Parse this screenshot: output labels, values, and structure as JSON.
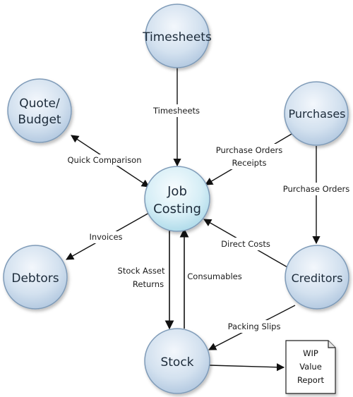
{
  "nodes": {
    "timesheets": {
      "label": "Timesheets"
    },
    "quote_budget": {
      "label_line1": "Quote/",
      "label_line2": "Budget"
    },
    "purchases": {
      "label": "Purchases"
    },
    "job_costing": {
      "label_line1": "Job",
      "label_line2": "Costing"
    },
    "debtors": {
      "label": "Debtors"
    },
    "creditors": {
      "label": "Creditors"
    },
    "stock": {
      "label": "Stock"
    }
  },
  "edges": {
    "timesheets_to_job": "Timesheets",
    "quick_comparison": "Quick Comparison",
    "purchase_orders_receipts_line1": "Purchase Orders",
    "purchase_orders_receipts_line2": "Receipts",
    "purchase_orders": "Purchase Orders",
    "invoices": "Invoices",
    "direct_costs": "Direct Costs",
    "stock_asset_returns_line1": "Stock Asset",
    "stock_asset_returns_line2": "Returns",
    "consumables": "Consumables",
    "packing_slips": "Packing Slips"
  },
  "report": {
    "line1": "WIP",
    "line2": "Value",
    "line3": "Report"
  },
  "colors": {
    "node_fill_light": "#eef4fb",
    "node_fill_dark": "#b6cce3",
    "node_stroke": "#7f9bb8",
    "center_fill_light": "#f4fbfd",
    "center_fill_dark": "#b9e0ec",
    "arrow": "#111111"
  }
}
